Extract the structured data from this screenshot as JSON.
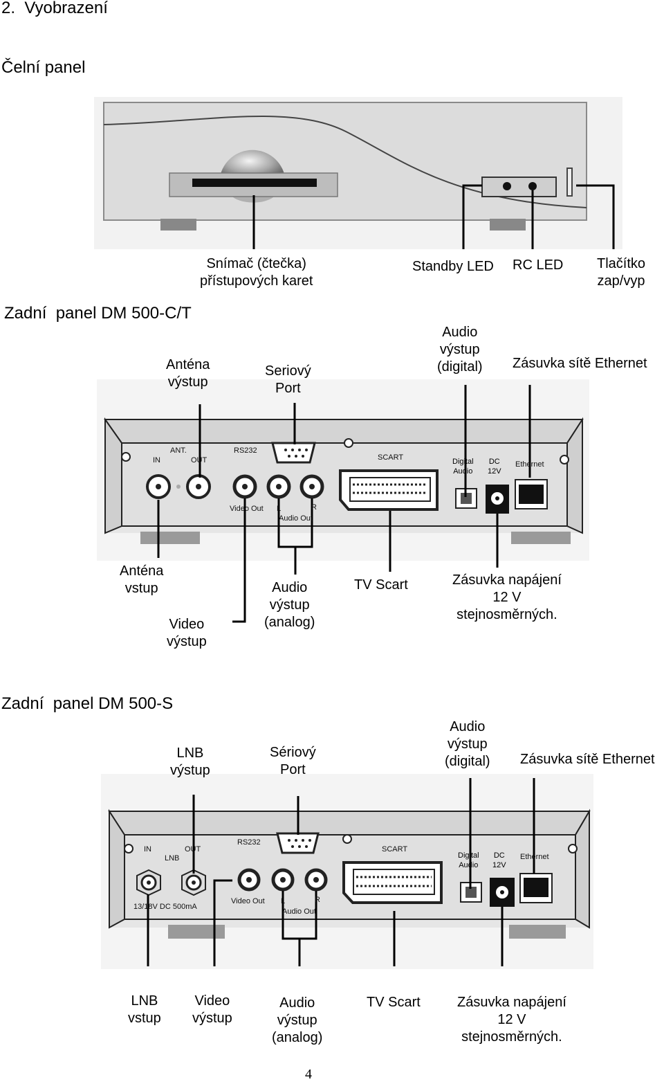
{
  "section_heading": "2.  Vyobrazení",
  "front": {
    "heading": "Čelní panel",
    "labels": {
      "card_reader": "Snímač (čtečka)\npřístupových karet",
      "standby_led": "Standby LED",
      "rc_led": "RC LED",
      "power_button": "Tlačítko\nzap/vyp"
    }
  },
  "rear_ct": {
    "heading": "Zadní  panel DM 500-C/T",
    "labels": {
      "antenna_out": "Anténa\nvýstup",
      "serial_port": "Seriový\nPort",
      "audio_digital": "Audio\nvýstup\n(digital)",
      "ethernet": "Zásuvka sítě Ethernet",
      "antenna_in": "Anténa\nvstup",
      "video_out": "Video\nvýstup",
      "audio_analog": "Audio\nvýstup\n(analog)",
      "tv_scart": "TV Scart",
      "power_socket": "Zásuvka napájení\n12 V\nstejnosměrných."
    },
    "panel_print": {
      "in": "IN",
      "ant": "ANT.",
      "out": "OUT",
      "rs232": "RS232",
      "scart": "SCART",
      "digital_audio": "Digital\nAudio",
      "dc12v": "DC\n12V",
      "ethernet": "Ethernet",
      "video_out": "Video Out",
      "l": "L",
      "r": "R",
      "audio_out": "Audio Out"
    }
  },
  "rear_s": {
    "heading": "Zadní  panel DM 500-S",
    "labels": {
      "lnb_out": "LNB\nvýstup",
      "serial_port": "Sériový\nPort",
      "audio_digital": "Audio\nvýstup\n(digital)",
      "ethernet": "Zásuvka sítě Ethernet",
      "lnb_in": "LNB\nvstup",
      "video_out": "Video\nvýstup",
      "audio_analog": "Audio\nvýstup\n(analog)",
      "tv_scart": "TV Scart",
      "power_socket": "Zásuvka napájení\n12 V\nstejnosměrných."
    },
    "panel_print": {
      "in": "IN",
      "lnb": "LNB",
      "out": "OUT",
      "dc_note": "13/18V DC 500mA",
      "rs232": "RS232",
      "scart": "SCART",
      "digital_audio": "Digital\nAudio",
      "dc12v": "DC\n12V",
      "ethernet": "Ethernet",
      "video_out": "Video Out",
      "l": "L",
      "r": "R",
      "audio_out": "Audio Out"
    }
  },
  "page_number": "4"
}
